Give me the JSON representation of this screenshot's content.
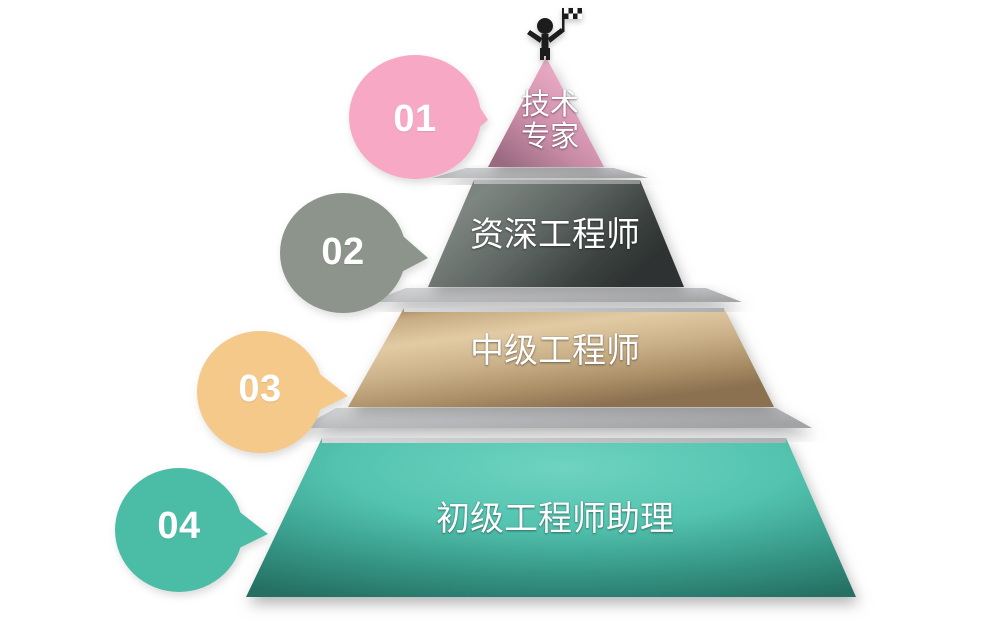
{
  "diagram": {
    "type": "pyramid-hierarchy",
    "background_color": "#ffffff",
    "title_icon": "person-with-flag-icon",
    "levels": [
      {
        "number": "01",
        "label": "技术\n专家",
        "label_plain": "技术专家",
        "shape": "triangle",
        "fill_light": "#e9a8c2",
        "fill_dark": "#9a6a81",
        "bubble_color": "#f7a8c4",
        "bubble_number": "01"
      },
      {
        "number": "02",
        "label": "资深工程师",
        "shape": "trapezoid",
        "fill_light": "#828c86",
        "fill_dark": "#333836",
        "bubble_color": "#8d948c",
        "bubble_number": "02"
      },
      {
        "number": "03",
        "label": "中级工程师",
        "shape": "trapezoid",
        "fill_light": "#e3cba4",
        "fill_dark": "#7b6246",
        "bubble_color": "#f5c98a",
        "bubble_number": "03"
      },
      {
        "number": "04",
        "label": "初级工程师助理",
        "shape": "trapezoid",
        "fill_light": "#62c9b8",
        "fill_dark": "#2c7d6e",
        "bubble_color": "#4bbda6",
        "bubble_number": "04"
      }
    ],
    "shelf_color_light": "#d2d3d5",
    "shelf_color_dark": "#9a9a9c",
    "label_text_color": "#ffffff",
    "figure_color": "#1a1a1a"
  }
}
